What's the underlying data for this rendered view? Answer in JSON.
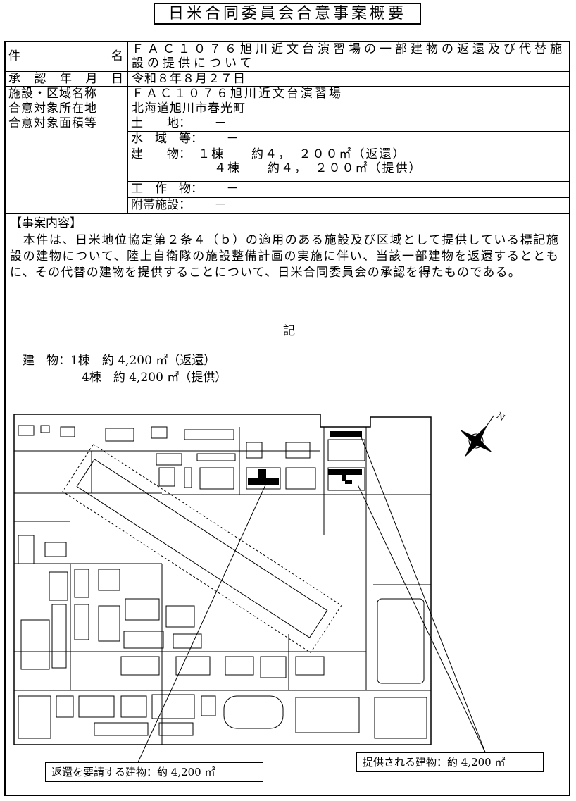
{
  "title": "日米合同委員会合意事案概要",
  "summary": {
    "case_label": [
      "件",
      "名"
    ],
    "case_name": "ＦＡＣ１０７６旭川近文台演習場の一部建物の返還及び代替施設の提供について",
    "approval_label": [
      "承",
      "認",
      "年",
      "月",
      "日"
    ],
    "approval_date": "令和８年８月２７日",
    "facility_label": "施設・区域名称",
    "facility_name": "ＦＡＣ１０７６旭川近文台演習場",
    "location_label": "合意対象所在地",
    "location": "北海道旭川市春光町",
    "area_label": "合意対象面積等",
    "land_label": "土　　地：",
    "land_value": "－",
    "water_label": "水　域　等：",
    "water_value": "－",
    "building_label": "建　　物：",
    "building_value_1": "１棟　　約４，　２００㎡（返還）",
    "building_value_2": "４棟　　約４，　２００㎡（提供）",
    "structure_label": "工　作　物：",
    "structure_value": "－",
    "accessory_label": "附帯施設：",
    "accessory_value": "－"
  },
  "details": {
    "heading": "【事案内容】",
    "paragraph": "　本件は、日米地位協定第２条４（ｂ）の適用のある施設及び区域として提供している標記施設の建物について、陸上自衛隊の施設整備計画の実施に伴い、当該一部建物を返還するとともに、その代替の建物を提供することについて、日米合同委員会の承認を得たものである。",
    "note_mark": "記",
    "buildings_label": "建　物：",
    "buildings_line_1": "1棟　約 4,200 ㎡（返還）",
    "buildings_line_2": "4棟　約 4,200 ㎡（提供）"
  },
  "map": {
    "callout_return": "返還を要請する建物：約 4,200 ㎡",
    "callout_provide": "提供される建物：約 4,200 ㎡",
    "compass_label": "N",
    "highlight_color": "#000000"
  }
}
